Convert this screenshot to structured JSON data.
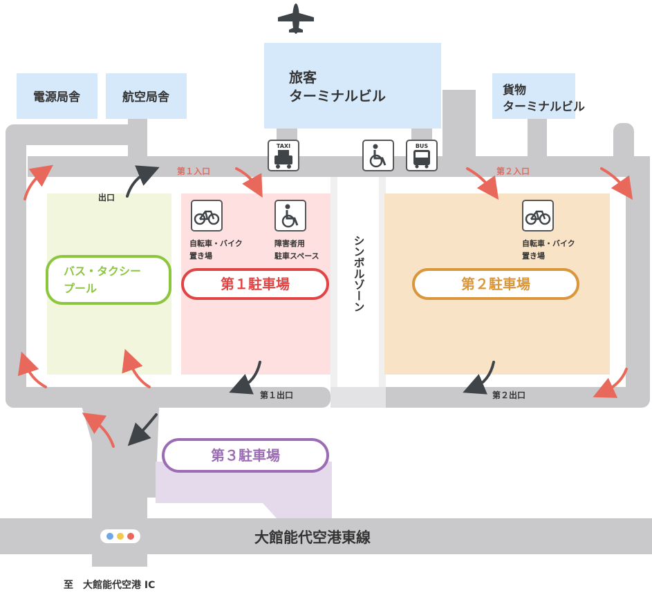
{
  "buildings": {
    "power": "電源局舎",
    "aviation": "航空局舎",
    "terminal_line1": "旅客",
    "terminal_line2": "ターミナルビル",
    "cargo_line1": "貨物",
    "cargo_line2": "ターミナルビル"
  },
  "icons": {
    "taxi": "TAXI",
    "bus": "BUS"
  },
  "entrances": {
    "entry1": "第１入口",
    "entry2": "第２入口",
    "exit": "出口",
    "exit1": "第１出口",
    "exit2": "第２出口"
  },
  "zones": {
    "bus_taxi_line1": "バス・タクシー",
    "bus_taxi_line2": "プール",
    "p1": "第１駐車場",
    "p2": "第２駐車場",
    "p3": "第３駐車場",
    "symbol": "シンボルゾーン"
  },
  "facilities": {
    "bike1_line1": "自転車・バイク",
    "bike1_line2": "置き場",
    "handicap_line1": "障害者用",
    "handicap_line2": "駐車スペース",
    "bike2_line1": "自転車・バイク",
    "bike2_line2": "置き場"
  },
  "roads": {
    "main_road": "大館能代空港東線",
    "to_ic": "至　大館能代空港 IC"
  },
  "colors": {
    "road": "#c9c9cb",
    "building": "#d6e9fb",
    "pool_fill": "#f1f6dd",
    "pool_border": "#8cc63f",
    "p1_fill": "#ffe0e0",
    "p1_border": "#e04545",
    "p2_fill": "#f9e3c6",
    "p2_border": "#d9963a",
    "p3_border": "#9b6bb3",
    "p3_fill": "#e5d9ec",
    "arrow_in": "#e8685c",
    "arrow_out": "#3f4449"
  }
}
